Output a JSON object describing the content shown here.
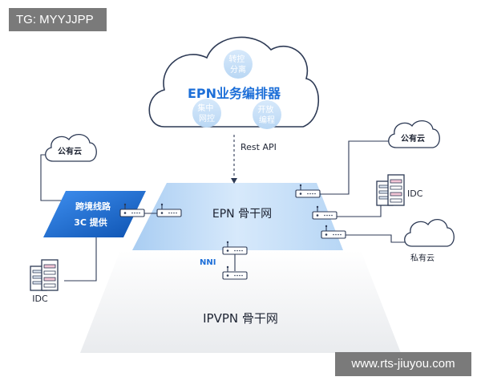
{
  "watermarks": {
    "top": "TG: MYYJJPP",
    "bottom": "www.rts-jiuyou.com"
  },
  "orchestrator": {
    "title": "EPN业务编排器",
    "bubbles": [
      "转控\n分离",
      "集中\n网控",
      "开放\n编程"
    ]
  },
  "rest_api": "Rest API",
  "epn_backbone": "EPN  骨干网",
  "nni": "NNI",
  "ipvpn_backbone": "IPVPN  骨干网",
  "cross_border": {
    "line1": "跨境线路",
    "line2": "3C 提供"
  },
  "public_cloud_left": "公有云",
  "public_cloud_right": "公有云",
  "idc_left": "IDC",
  "idc_right": "IDC",
  "private_cloud": "私有云",
  "colors": {
    "primary": "#1d6fd8",
    "accent_dark": "#1159b8",
    "line": "#2d3a55",
    "epn_plane": "#cfe3f8"
  },
  "icons": [
    "cloud-icon",
    "router-icon",
    "server-icon"
  ]
}
